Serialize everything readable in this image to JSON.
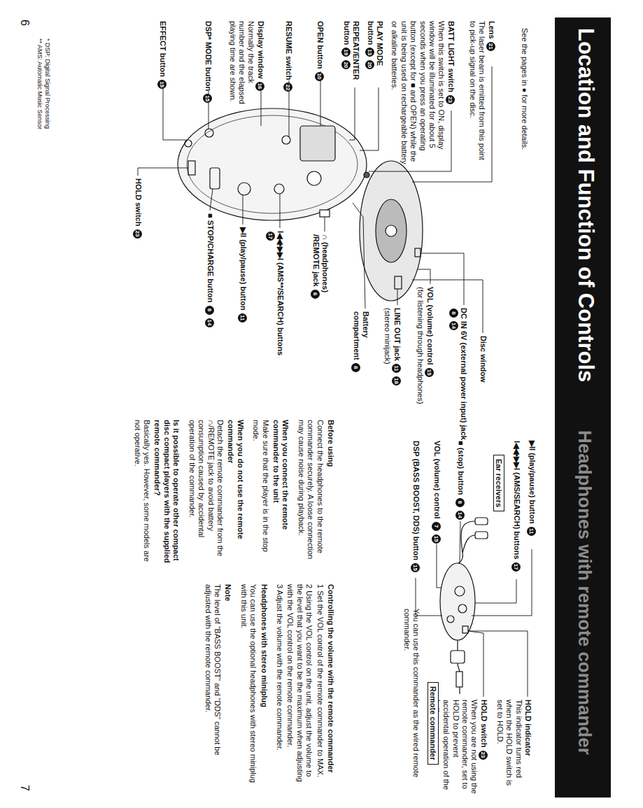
{
  "diagram": {
    "title": "Location and Function of Controls",
    "nodes": [
      {
        "text": [
          "Ear receivers"
        ]
      },
      {
        "text": [
          "Remote commander"
        ]
      }
    ],
    "labels": [
      "Headphones with remote commander",
      "See the pages in ● for more details.",
      "Lens",
      "21",
      "The laser beam is emitted from this point to pick-up signal on the disc.",
      "BATT LIGHT switch",
      "23",
      "When this switch is set to ON, display window will be illuminated for about 5 seconds when you press an operating button (except for ■ and OPEN) while the unit is being used on rechargeable battery or alkaline batteries.",
      "PLAY MODE button",
      "13",
      "20",
      "REPEAT/ENTER button",
      "19",
      "20",
      "OPEN button",
      "10",
      "RESUME switch",
      "22",
      "Display window",
      "16",
      "Normally the track number and the elapsed playing time are shown.",
      "DSP* MODE button",
      "15",
      "EFFECT button",
      "15",
      "* DSP: Digital Signal Processing",
      "** AMS: Automatic Music Sensor",
      "6",
      "Disc window",
      "DC IN 6V (external power input) jack",
      "8",
      "14",
      "VOL (volume) control",
      "15",
      "(for listening through headphones)",
      "LINE OUT jack",
      "11",
      "18",
      "(stereo minijack)",
      "Battery compartment",
      "8",
      "∩ (headphones) /REMOTE jack",
      "6",
      "I◀◀•▶▶I (AMS**/SEARCH) buttons",
      "17",
      "▶II (play/pause) button",
      "11",
      "■ STOP/CHARGE button",
      "8",
      "14",
      "HOLD switch",
      "23",
      "▶II (play/pause) button",
      "11",
      "I◀◀•▶▶I (AMS/SEARCH) buttons",
      "17",
      "■ (stop) button",
      "8",
      "14",
      "VOL (volume) control",
      "7",
      "15",
      "DSP (BASS BOOST, DDS) button",
      "15",
      "HOLD indicator",
      "This indicator turns red when the HOLD switch is set to HOLD.",
      "HOLD switch",
      "23",
      "When you are not using the remote commander, set to HOLD to prevent accidental operation of the buttons.",
      "You can use this commander as the wired remote commander.",
      "Before using",
      "Connect the headphones to the remote commander securely. A loose connection may cause noise during playback.",
      "When you connect the remote commander to the unit",
      "Make sure that the player is in the stop mode.",
      "When you do not use the remote commander",
      "Detach the remote commander from the ∩/REMOTE jack to avoid battery consumption caused by accidental operation of the commander.",
      "Is it possible to operate other compact disc compact players with the supplied remote commander?",
      "Basically yes. However, some models are not operative.",
      "Controlling the volume with the remote commander",
      "1 Set the VOL control of the remote commander to MAX.",
      "2 Using the VOL control on the unit, adjust the volume to the level that you want to be the maximum when adjusting with the VOL control on the remote commander.",
      "3 Adjust the volume with the remote commander.",
      "Headphones with stereo miniplug",
      "You can use the optional headphones with stereo miniplug with this unit.",
      "Note",
      "The level of “BASS BOOST” and “DDS” cannot be adjusted with the remote commander.",
      "7"
    ]
  }
}
